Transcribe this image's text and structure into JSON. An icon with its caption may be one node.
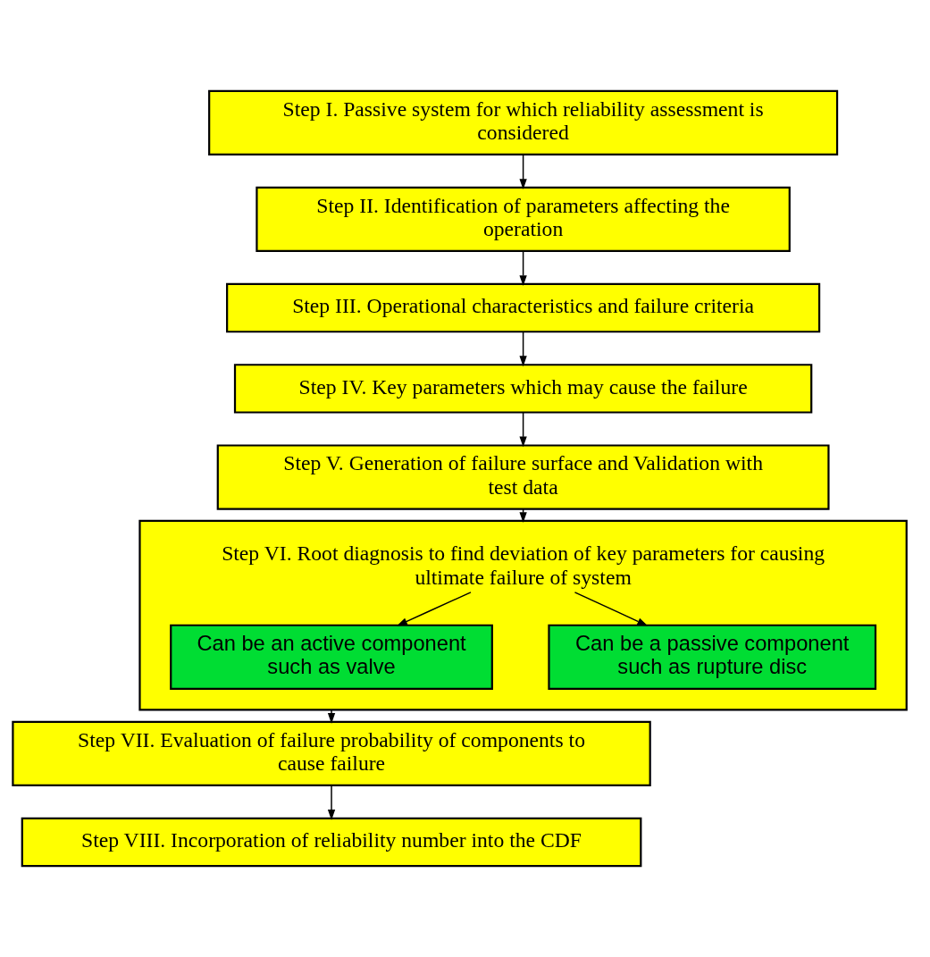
{
  "diagram": {
    "nodes": [
      {
        "text": [
          "Step I. Passive system for which reliability assessment is considered"
        ]
      },
      {
        "text": [
          "Step II. Identification of parameters affecting the operation"
        ]
      },
      {
        "text": [
          "Step III. Operational characteristics and failure criteria"
        ]
      },
      {
        "text": [
          "Step IV. Key parameters which may cause the failure"
        ]
      },
      {
        "text": [
          "Step V. Generation of failure surface and Validation with test data"
        ]
      },
      {
        "text": [
          "Step VI. Root diagnosis to find deviation of key parameters for causing ultimate failure of system"
        ]
      },
      {
        "text": [
          "Can be an active component such as valve"
        ],
        "in": 5
      },
      {
        "text": [
          "Can be a passive component such as rupture disc"
        ],
        "in": 5
      },
      {
        "text": [
          "Step VII. Evaluation of failure probability of components to cause failure"
        ]
      },
      {
        "text": [
          "Step VIII. Incorporation of reliability number into the CDF"
        ]
      }
    ],
    "edges": [
      {
        "from": 0,
        "to": 1,
        "arrow": "to"
      },
      {
        "from": 1,
        "to": 2,
        "arrow": "to"
      },
      {
        "from": 2,
        "to": 3,
        "arrow": "to"
      },
      {
        "from": 3,
        "to": 4,
        "arrow": "to"
      },
      {
        "from": 4,
        "to": 5,
        "arrow": "to"
      },
      {
        "from": 5,
        "to": 6,
        "arrow": "to"
      },
      {
        "from": 5,
        "to": 7,
        "arrow": "to"
      },
      {
        "from": 5,
        "to": 8,
        "arrow": "to"
      },
      {
        "from": 8,
        "to": 9,
        "arrow": "to"
      }
    ]
  }
}
